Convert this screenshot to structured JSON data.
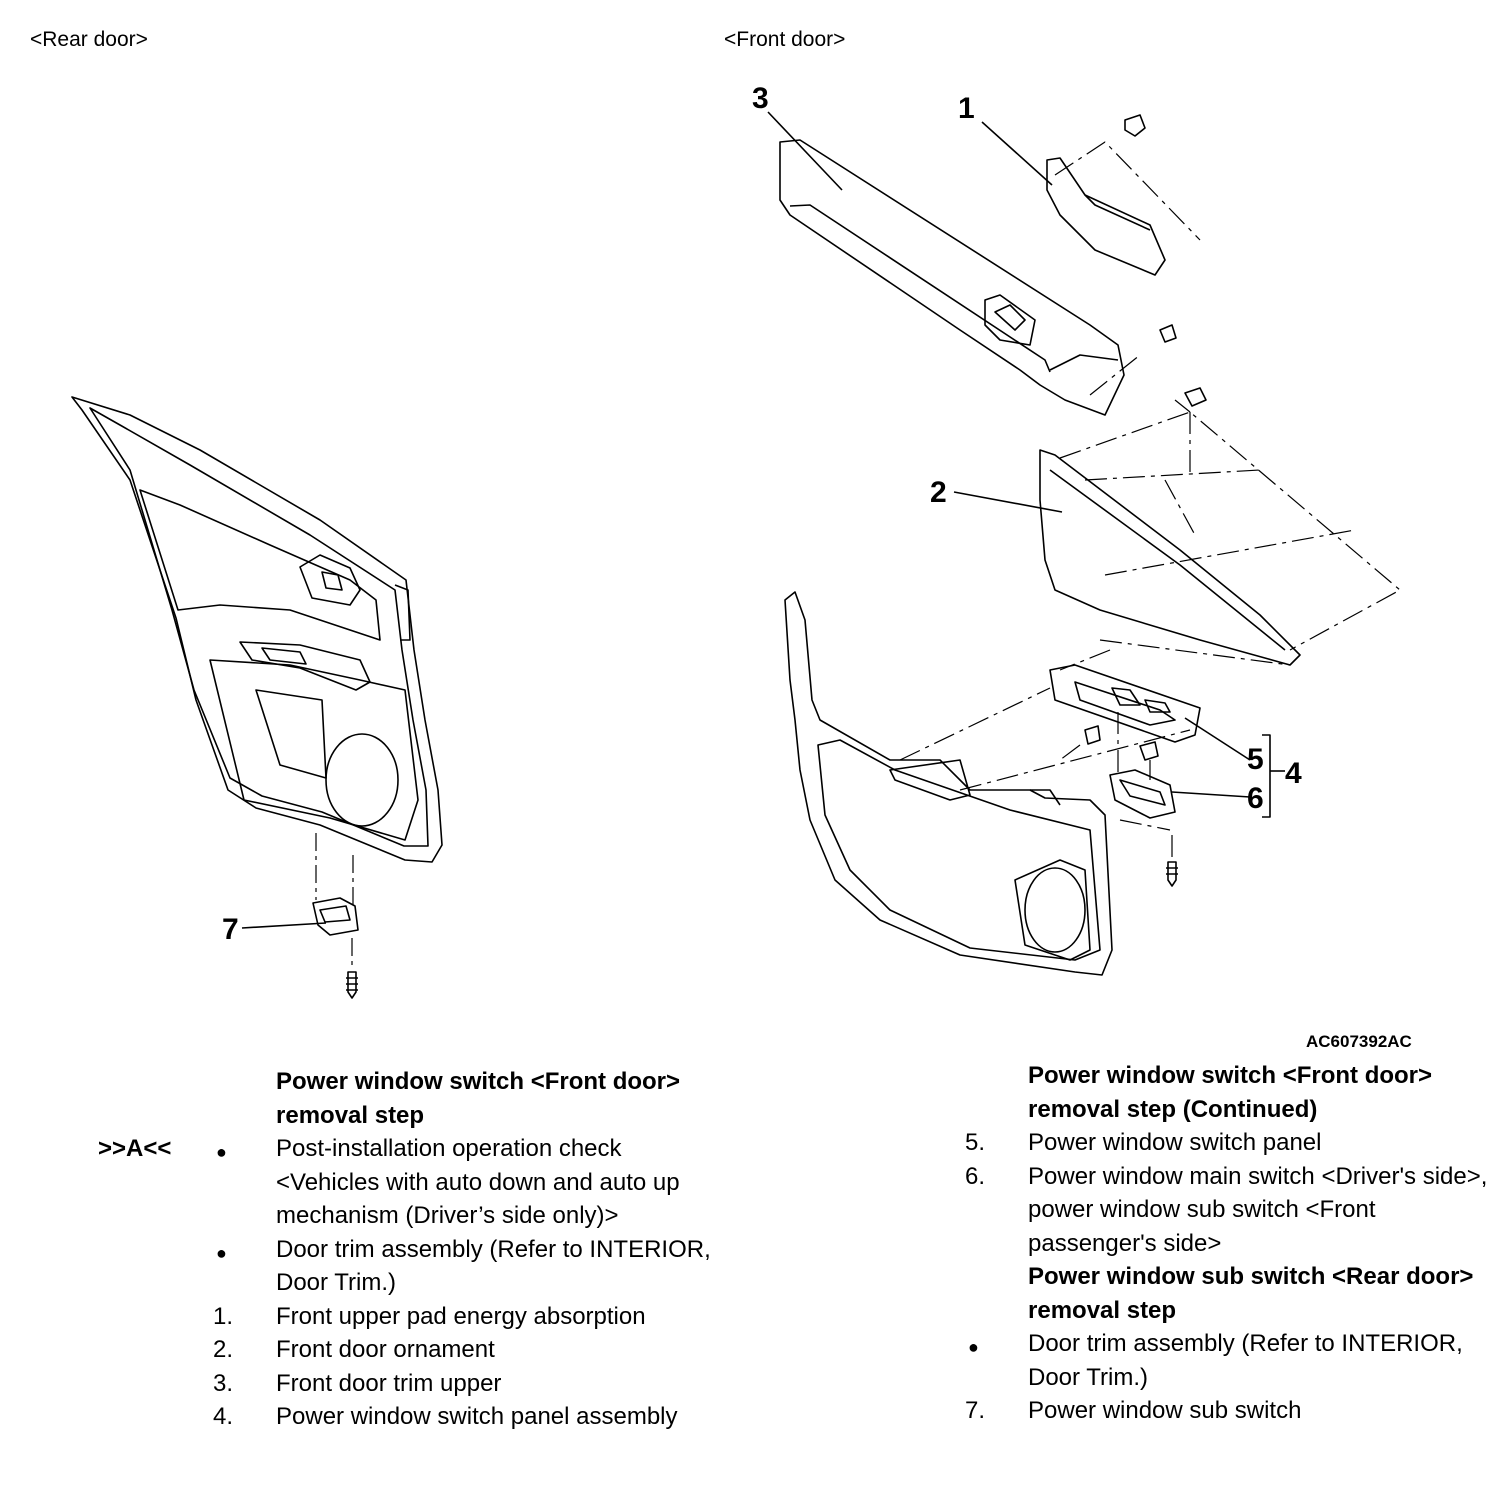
{
  "views": {
    "rear_label": "<Rear door>",
    "front_label": "<Front door>"
  },
  "callouts": {
    "c1": "1",
    "c2": "2",
    "c3": "3",
    "c4": "4",
    "c5": "5",
    "c6": "6",
    "c7": "7"
  },
  "figure_code": "AC607392AC",
  "left_steps": {
    "heading": "Power window switch <Front door> removal step",
    "items": [
      {
        "ref": ">>A<<",
        "marker": "●",
        "text": "Post-installation operation check <Vehicles with auto down and auto up mechanism (Driver’s side only)>"
      },
      {
        "marker": "●",
        "text": "Door trim assembly (Refer to INTERIOR, Door Trim.)"
      },
      {
        "marker": "1.",
        "text": "Front upper pad energy absorption"
      },
      {
        "marker": "2.",
        "text": "Front door ornament"
      },
      {
        "marker": "3.",
        "text": "Front door trim upper"
      },
      {
        "marker": "4.",
        "text": "Power window switch panel assembly"
      }
    ]
  },
  "right_steps": {
    "heading": "Power window switch <Front door> removal step (Continued)",
    "items": [
      {
        "marker": "5.",
        "text": "Power window switch panel"
      },
      {
        "marker": "6.",
        "text": "Power window main switch <Driver's side>, power window sub switch <Front passenger's side>"
      }
    ],
    "heading2": "Power window sub switch <Rear door> removal step",
    "items2": [
      {
        "marker": "●",
        "text": "Door trim assembly (Refer to INTERIOR, Door Trim.)"
      },
      {
        "marker": "7.",
        "text": "Power window sub switch"
      }
    ]
  }
}
